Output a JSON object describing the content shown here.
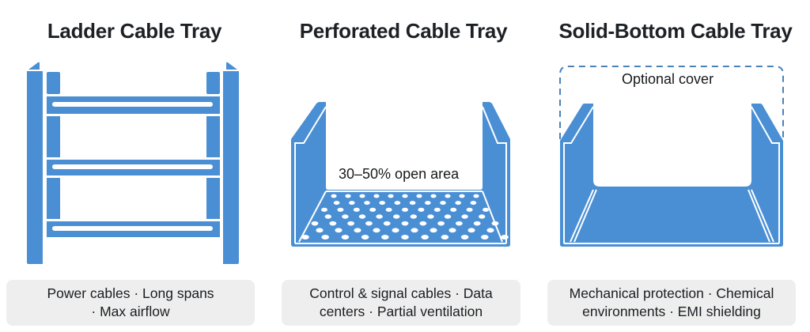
{
  "accent_color": "#4a8fd4",
  "panels": [
    {
      "title": "Ladder Cable Tray",
      "illustration": "ladder-tray",
      "caption_line1": "Power cables · Long spans",
      "caption_line2": "· Max airflow"
    },
    {
      "title": "Perforated Cable Tray",
      "illustration": "perforated-tray",
      "annotation": "30–50% open area",
      "caption_line1": "Control & signal cables · Data",
      "caption_line2": "centers · Partial ventilation"
    },
    {
      "title": "Solid-Bottom Cable Tray",
      "illustration": "solid-bottom-tray",
      "annotation": "Optional cover",
      "caption_line1": "Mechanical protection · Chemical",
      "caption_line2": "environments · EMI shielding"
    }
  ]
}
